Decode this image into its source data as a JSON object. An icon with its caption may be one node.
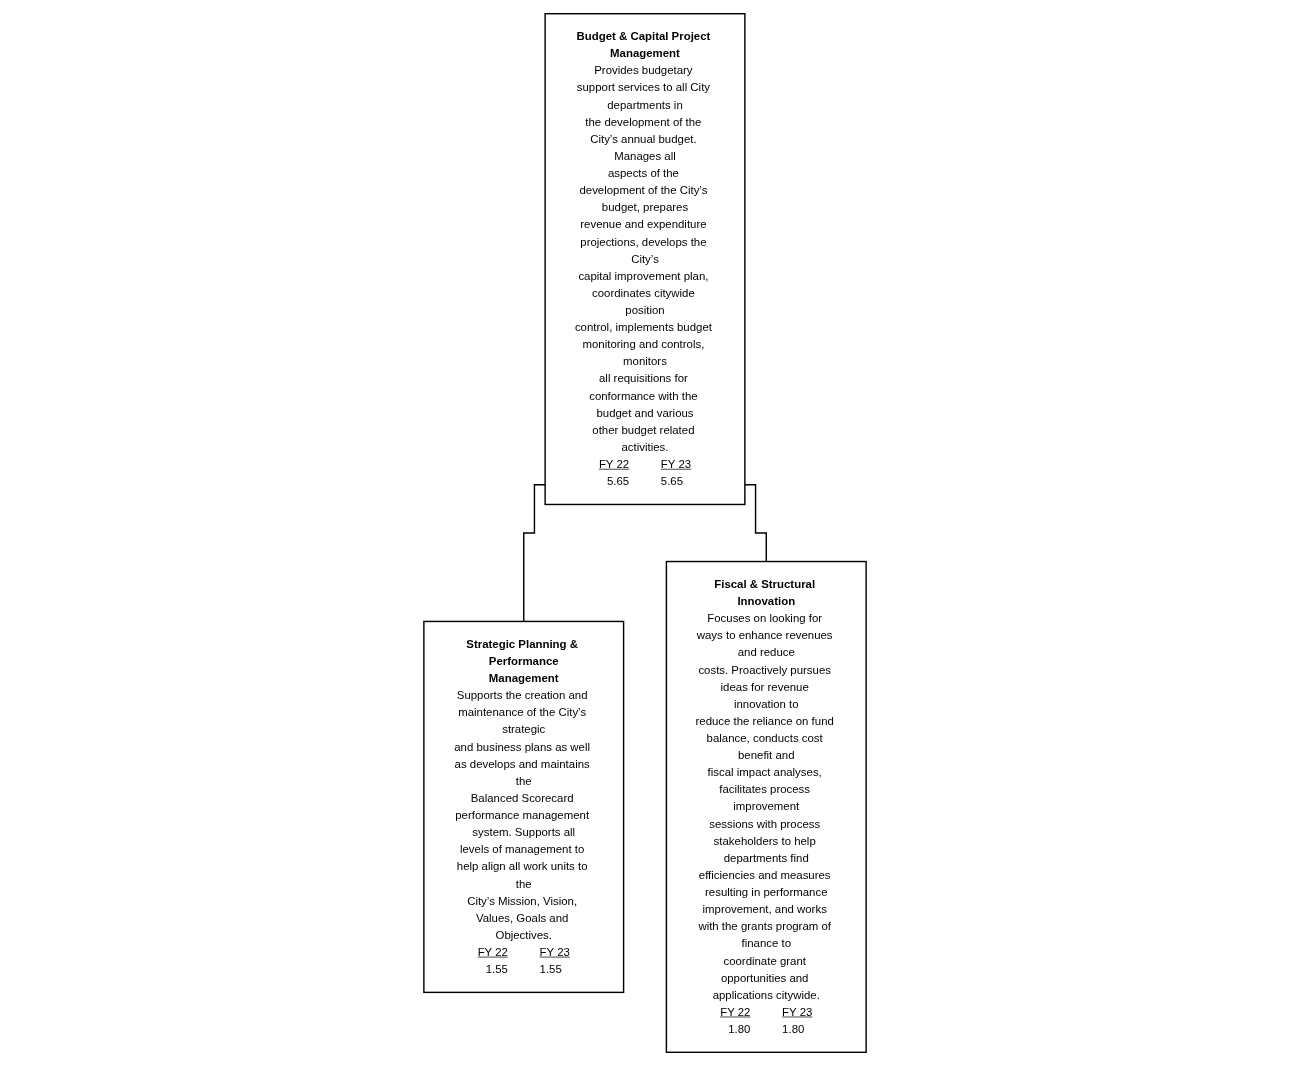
{
  "diagram": {
    "nodes": [
      {
        "text": [
          "Budget & Capital Project Management",
          "Provides budgetary support services to all City departments in the development of the City’s annual budget. Manages all aspects of the development of the City’s budget, prepares revenue and expenditure projections, develops the City’s capital improvement plan, coordinates citywide position control, implements budget monitoring and controls, monitors all requisitions for conformance with the budget and various other budget related activities.",
          "FY 22",
          "FY 23",
          "5.65",
          "5.65"
        ]
      },
      {
        "text": [
          "Strategic Planning & Performance Management",
          "Supports the creation and maintenance of the City’s strategic and business plans as well as develops and maintains the Balanced Scorecard performance management system. Supports all levels of management to help align all work units to the City’s Mission, Vision, Values, Goals and Objectives.",
          "FY 22",
          "FY 23",
          "1.55",
          "1.55"
        ]
      },
      {
        "text": [
          "Fiscal & Structural Innovation",
          "Focuses on looking for ways to enhance revenues and reduce costs. Proactively pursues ideas for revenue innovation to reduce the reliance on fund balance, conducts cost benefit and fiscal impact analyses, facilitates process improvement sessions with process stakeholders to help departments find efficiencies and measures resulting in performance improvement, and works with the grants program of finance to coordinate grant opportunities and applications citywide.",
          "FY 22",
          "FY 23",
          "1.80",
          "1.80"
        ]
      }
    ],
    "edges": [
      {
        "from": 0,
        "to": 1,
        "arrow": "none"
      },
      {
        "from": 0,
        "to": 2,
        "arrow": "none"
      }
    ]
  }
}
